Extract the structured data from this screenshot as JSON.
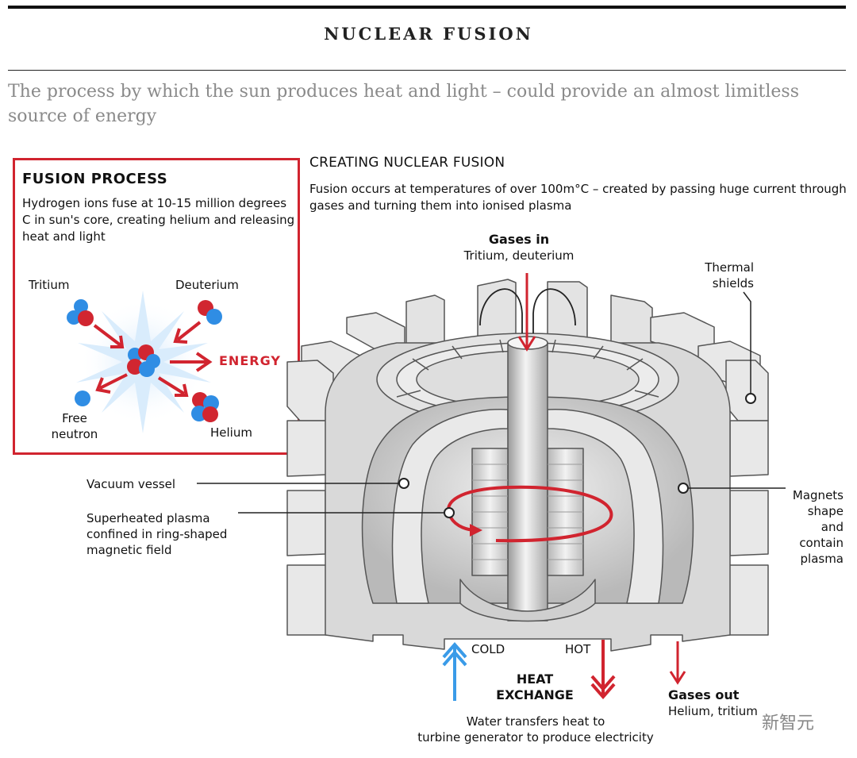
{
  "header": {
    "title": "NUCLEAR FUSION",
    "subtitle": "The process by which the sun produces heat and light – could provide an almost limitless source of energy"
  },
  "fusion_process": {
    "title": "FUSION PROCESS",
    "text": "Hydrogen ions fuse at 10-15 million degrees C in sun's core, creating helium and releasing heat and light",
    "labels": {
      "tritium": "Tritium",
      "deuterium": "Deuterium",
      "energy": "ENERGY",
      "free_neutron_1": "Free",
      "free_neutron_2": "neutron",
      "helium": "Helium"
    }
  },
  "creating": {
    "title": "CREATING NUCLEAR FUSION",
    "text": "Fusion occurs at temperatures of over 100m°C – created by passing huge current through gases and turning them into ionised plasma"
  },
  "callouts": {
    "gases_in": "Gases in",
    "gases_in_sub": "Tritium, deuterium",
    "thermal_1": "Thermal",
    "thermal_2": "shields",
    "vacuum_vessel": "Vacuum vessel",
    "plasma_1": "Superheated plasma",
    "plasma_2": "confined in ring-shaped",
    "plasma_3": "magnetic field",
    "magnets_1": "Magnets",
    "magnets_2": "shape",
    "magnets_3": "and",
    "magnets_4": "contain",
    "magnets_5": "plasma",
    "cold": "COLD",
    "hot": "HOT",
    "heat_exchange_1": "HEAT",
    "heat_exchange_2": "EXCHANGE",
    "water_1": "Water transfers heat to",
    "water_2": "turbine generator to produce electricity",
    "gases_out": "Gases out",
    "gases_out_sub": "Helium, tritium"
  },
  "watermark": "新智元",
  "colors": {
    "accent_red": "#d1242f",
    "proton_red": "#d12630",
    "neutron_blue": "#2f8de4",
    "cold_blue": "#3a9be8",
    "machine_gray": "#e6e6e6",
    "subtitle_gray": "#8a8a8a"
  }
}
